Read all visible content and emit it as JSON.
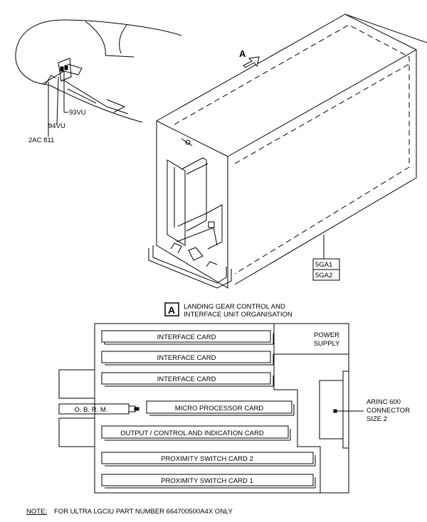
{
  "callouts": {
    "vu_93": "93VU",
    "vu_94": "94VU",
    "rack_2ac811": "2AC 811",
    "view_letter": "A",
    "unit_id_1": "5GA1",
    "unit_id_2": "5GA2"
  },
  "view_title": {
    "letter": "A",
    "line1": "LANDING GEAR CONTROL AND",
    "line2": "INTERFACE UNIT ORGANISATION"
  },
  "cards": {
    "interface_1": "INTERFACE CARD",
    "interface_2": "INTERFACE CARD",
    "interface_3": "INTERFACE CARD",
    "obrm": "O. B. R. M.",
    "micro_processor": "MICRO PROCESSOR CARD",
    "output_control": "OUTPUT / CONTROL AND INDICATION CARD",
    "proximity_2": "PROXIMITY SWITCH CARD 2",
    "proximity_1": "PROXIMITY SWITCH CARD 1"
  },
  "power_supply": {
    "line1": "POWER",
    "line2": "SUPPLY"
  },
  "connector": {
    "line1": "ARINC 600",
    "line2": "CONNECTOR",
    "line3": "SIZE 2"
  },
  "note": {
    "label": "NOTE:",
    "text": "FOR ULTRA LGCIU PART NUMBER 664700500A4X ONLY"
  }
}
